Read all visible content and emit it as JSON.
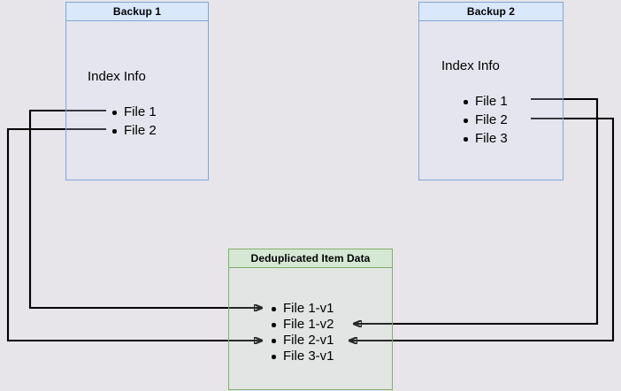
{
  "diagram": {
    "title": "Deduplicated backup index diagram",
    "background_color": "#e7e5ea",
    "edge_color": "#000000"
  },
  "nodes": {
    "backup1": {
      "header": "Backup 1",
      "index_label": "Index Info",
      "files": [
        "File 1",
        "File 2"
      ],
      "fill": "#dae8fc",
      "stroke": "#7ea6d9"
    },
    "backup2": {
      "header": "Backup 2",
      "index_label": "Index Info",
      "files": [
        "File 1",
        "File 2",
        "File 3"
      ],
      "fill": "#dae8fc",
      "stroke": "#7ea6d9"
    },
    "dedup": {
      "header": "Deduplicated Item Data",
      "files": [
        "File 1-v1",
        "File 1-v2",
        "File 2-v1",
        "File 3-v1"
      ],
      "fill": "#d5e8d4",
      "stroke": "#7fb069"
    }
  },
  "edges": [
    {
      "name": "backup1-file1-to-file1v1",
      "from": "Backup 1 / File 1",
      "to": "Deduplicated Item Data / File 1-v1"
    },
    {
      "name": "backup1-file2-to-file2v1",
      "from": "Backup 1 / File 2",
      "to": "Deduplicated Item Data / File 2-v1"
    },
    {
      "name": "backup2-file1-to-file1v2",
      "from": "Backup 2 / File 1",
      "to": "Deduplicated Item Data / File 1-v2"
    },
    {
      "name": "backup2-file2-to-file2v1",
      "from": "Backup 2 / File 2",
      "to": "Deduplicated Item Data / File 2-v1"
    }
  ]
}
